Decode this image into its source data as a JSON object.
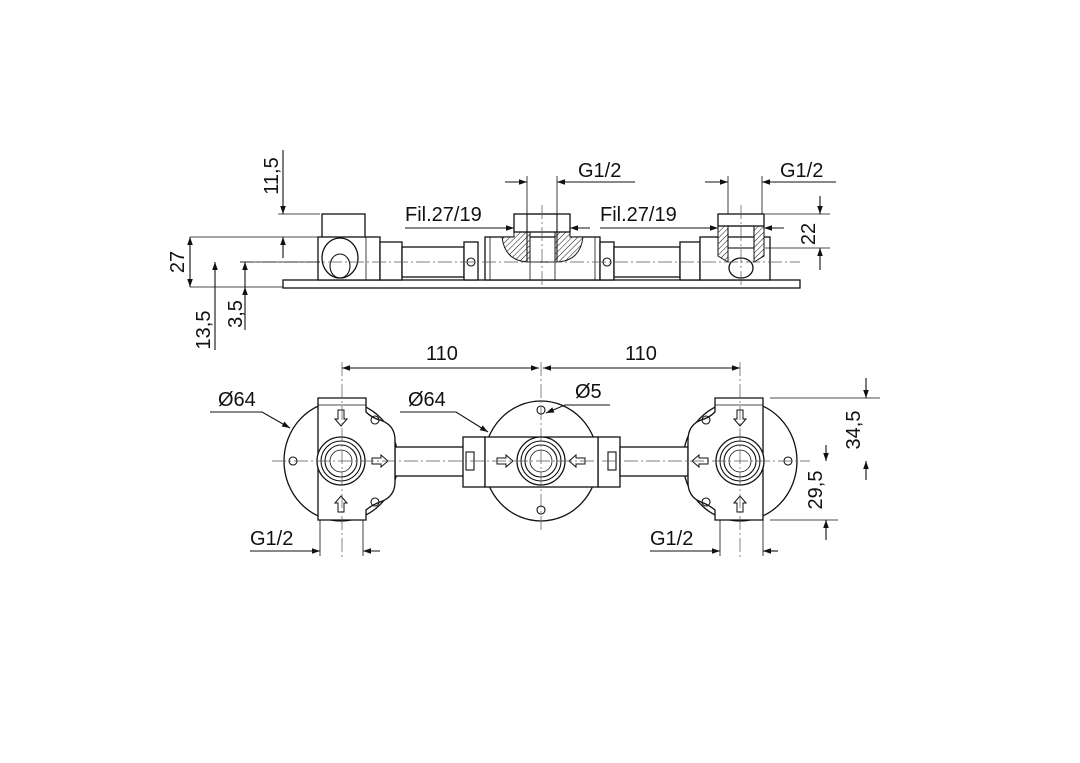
{
  "side_view": {
    "dim_cap_height": "11,5",
    "dim_body_height": "27",
    "dim_axis_height": "13,5",
    "dim_plate_offset": "3,5",
    "dim_center_thread": "G1/2",
    "label_center_fitting": "Fil.27/19",
    "dim_right_thread": "G1/2",
    "label_right_fitting": "Fil.27/19",
    "dim_fitting_height": "22"
  },
  "front_view": {
    "dim_spacing_left": "110",
    "dim_spacing_right": "110",
    "dim_left_plate_diameter": "Ø64",
    "dim_center_plate_diameter": "Ø64",
    "dim_hole_diameter": "Ø5",
    "dim_upper_height": "34,5",
    "dim_lower_height": "29,5",
    "dim_left_thread": "G1/2",
    "dim_right_thread": "G1/2"
  }
}
